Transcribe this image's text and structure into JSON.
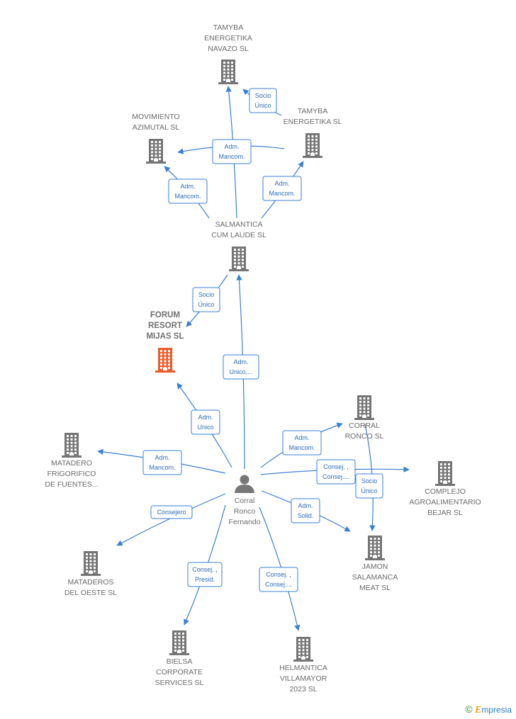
{
  "colors": {
    "edge": "#3b7fd1",
    "company": "#757575",
    "main_company": "#f05a28",
    "person": "#777777",
    "label_box_border": "#3b7fd1"
  },
  "nodes": [
    {
      "id": "tamyba_navazo",
      "type": "company",
      "lines": [
        "TAMYBA",
        "ENERGETIKA",
        "NAVAZO  SL"
      ]
    },
    {
      "id": "movimiento",
      "type": "company",
      "lines": [
        "MOVIMIENTO",
        "AZIMUTAL SL"
      ]
    },
    {
      "id": "tamyba",
      "type": "company",
      "lines": [
        "TAMYBA",
        "ENERGETIKA SL"
      ]
    },
    {
      "id": "salmantica",
      "type": "company",
      "lines": [
        "SALMANTICA",
        "CUM LAUDE  SL"
      ]
    },
    {
      "id": "forum",
      "type": "main",
      "lines": [
        "FORUM",
        "RESORT",
        "MIJAS  SL"
      ]
    },
    {
      "id": "corral_ronco_sl",
      "type": "company",
      "lines": [
        "CORRAL",
        "RONCO  SL"
      ]
    },
    {
      "id": "complejo",
      "type": "company",
      "lines": [
        "COMPLEJO",
        "AGROALIMENTARIO",
        "BEJAR SL"
      ]
    },
    {
      "id": "mataderos_frig",
      "type": "company",
      "lines": [
        "MATADERO",
        "FRIGORIFICO",
        "DE FUENTES..."
      ]
    },
    {
      "id": "person",
      "type": "person",
      "lines": [
        "Corral",
        "Ronco",
        "Fernando"
      ]
    },
    {
      "id": "jamon",
      "type": "company",
      "lines": [
        "JAMON",
        "SALAMANCA",
        "MEAT  SL"
      ]
    },
    {
      "id": "mataderos_oeste",
      "type": "company",
      "lines": [
        "MATADEROS",
        "DEL OESTE SL"
      ]
    },
    {
      "id": "bielsa",
      "type": "company",
      "lines": [
        "BIELSA",
        "CORPORATE",
        "SERVICES  SL"
      ]
    },
    {
      "id": "helmantica",
      "type": "company",
      "lines": [
        "HELMANTICA",
        "VILLAMAYOR",
        "2023  SL"
      ]
    }
  ],
  "edges": [
    {
      "from": "salmantica",
      "to": "tamyba_navazo",
      "label": [
        "Adm.",
        "Mancom."
      ]
    },
    {
      "from": "tamyba",
      "to": "tamyba_navazo",
      "label": [
        "Socio",
        "Único"
      ]
    },
    {
      "from": "tamyba",
      "to": "movimiento",
      "label": [
        "Adm.",
        "Mancom."
      ]
    },
    {
      "from": "salmantica",
      "to": "movimiento",
      "label": [
        "Adm.",
        "Mancom."
      ]
    },
    {
      "from": "salmantica",
      "to": "tamyba",
      "label": [
        "Adm.",
        "Mancom."
      ]
    },
    {
      "from": "salmantica",
      "to": "forum",
      "label": [
        "Socio",
        "Único"
      ]
    },
    {
      "from": "person",
      "to": "salmantica",
      "label": [
        "Adm.",
        "Unico,..."
      ]
    },
    {
      "from": "person",
      "to": "forum",
      "label": [
        "Adm.",
        "Unico"
      ]
    },
    {
      "from": "person",
      "to": "mataderos_frig",
      "label": [
        "Adm.",
        "Mancom."
      ]
    },
    {
      "from": "person",
      "to": "corral_ronco_sl",
      "label": [
        "Adm.",
        "Mancom."
      ]
    },
    {
      "from": "person",
      "to": "complejo",
      "label": [
        "Consej. ,",
        "Consej...."
      ]
    },
    {
      "from": "corral_ronco_sl",
      "to": "jamon",
      "label": [
        "Socio",
        "Único"
      ]
    },
    {
      "from": "person",
      "to": "jamon",
      "label": [
        "Adm.",
        "Solid."
      ]
    },
    {
      "from": "person",
      "to": "mataderos_oeste",
      "label": [
        "Consejero"
      ]
    },
    {
      "from": "person",
      "to": "bielsa",
      "label": [
        "Consej. ,",
        "Presid."
      ]
    },
    {
      "from": "person",
      "to": "helmantica",
      "label": [
        "Consej. ,",
        "Consej...."
      ]
    }
  ],
  "footer": {
    "copyright_symbol": "©",
    "brand_initial": "E",
    "brand_rest": "mpresia"
  }
}
